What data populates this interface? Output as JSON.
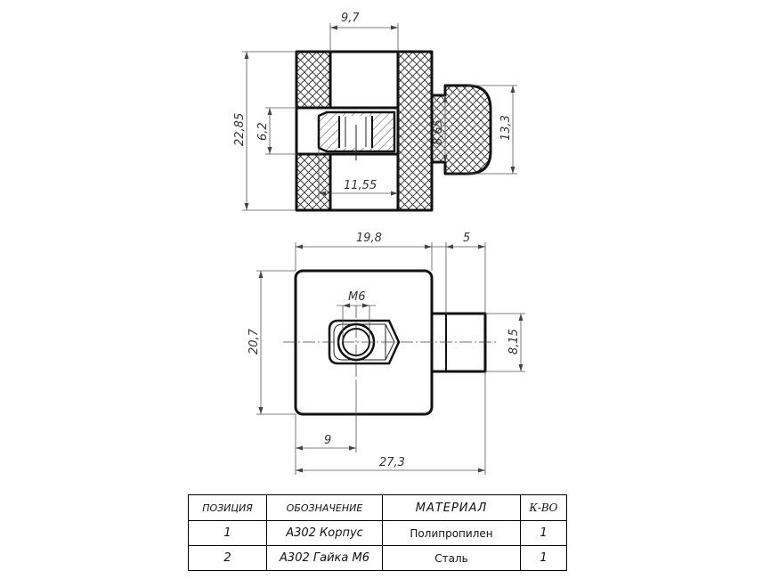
{
  "drawing": {
    "top_view": {
      "dim_width": "9,7",
      "dim_height": "22,85",
      "dim_slot": "6,2",
      "dim_nut": "11,55",
      "dim_neck": "8,65",
      "dim_head": "13,3"
    },
    "front_view": {
      "dim_width": "19,8",
      "dim_knob": "5",
      "dim_height": "20,7",
      "thread": "M6",
      "dim_knob_height": "8,15",
      "dim_center": "9",
      "dim_overall": "27,3"
    }
  },
  "bom": {
    "headers": {
      "position": "ПОЗИЦИЯ",
      "designation": "ОБОЗНАЧЕНИЕ",
      "material": "МАТЕРИАЛ",
      "quantity": "К-ВО"
    },
    "rows": [
      {
        "position": "1",
        "designation": "А302 Корпус",
        "material": "Полипропилен",
        "quantity": "1"
      },
      {
        "position": "2",
        "designation": "А302 Гайка М6",
        "material": "Сталь",
        "quantity": "1"
      }
    ]
  },
  "colors": {
    "line": "#111111",
    "background": "#ffffff"
  }
}
